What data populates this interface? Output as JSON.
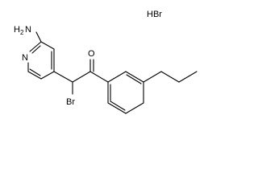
{
  "molecule": {
    "salt_label": "HBr",
    "atoms": {
      "amine_n": "N",
      "amine_h": "H",
      "amine_count": "2",
      "ring_n": "N",
      "carbonyl_o": "O",
      "bromine": "Br"
    }
  }
}
